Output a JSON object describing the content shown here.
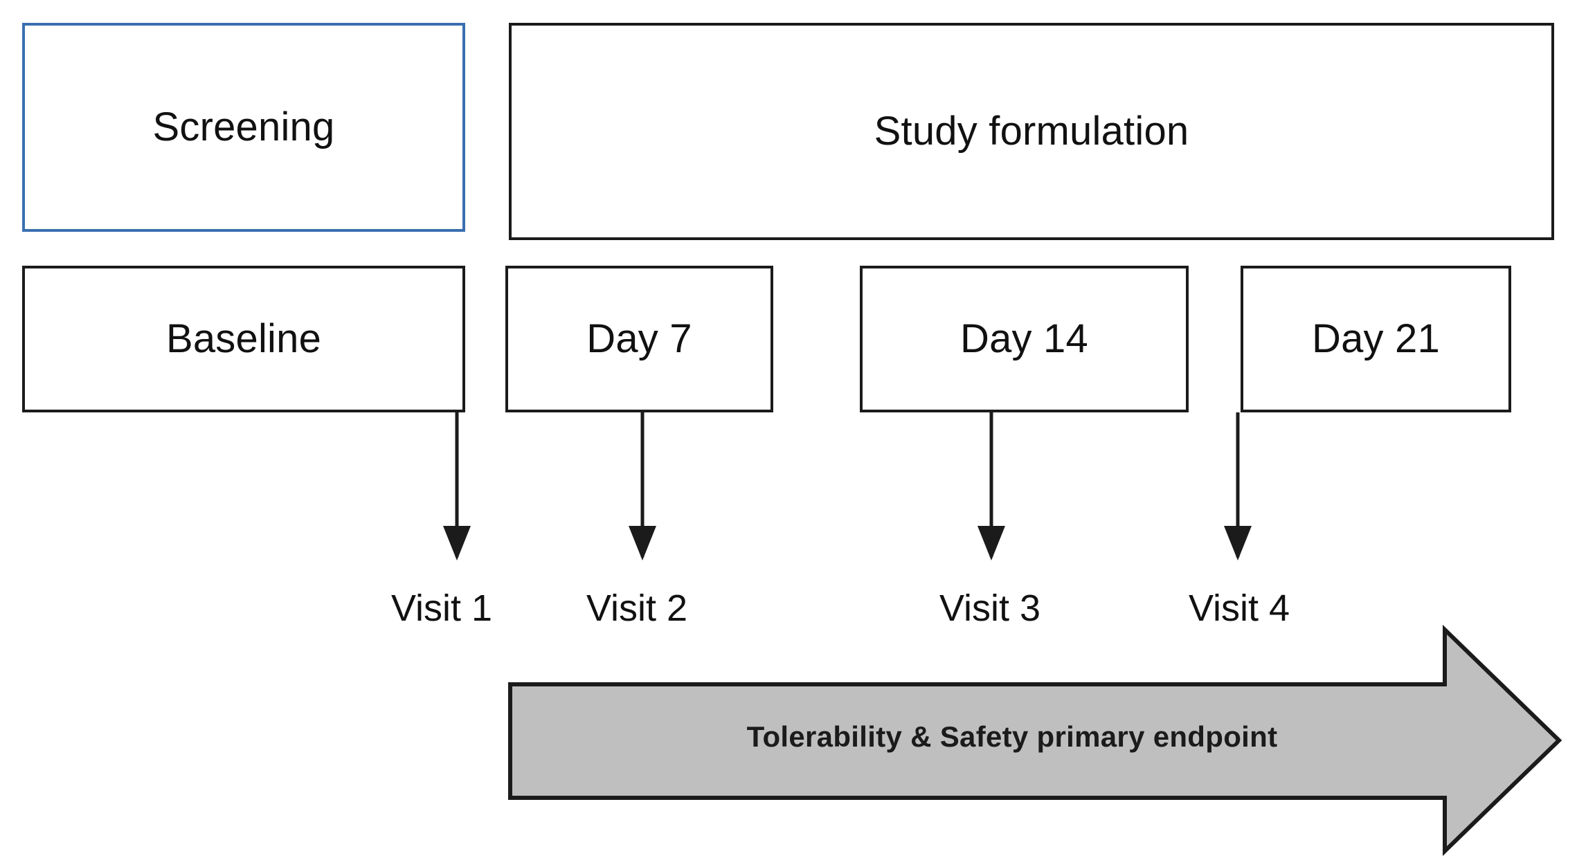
{
  "diagram": {
    "type": "clinical-trial-study-design-timeline",
    "phases": [
      {
        "id": "screening",
        "label": "Screening",
        "border_color": "#3A6FB0"
      },
      {
        "id": "study-formulation",
        "label": "Study formulation",
        "border_color": "#1B1B1B"
      }
    ],
    "timepoints": [
      {
        "id": "baseline",
        "label": "Baseline"
      },
      {
        "id": "day-7",
        "label": "Day 7"
      },
      {
        "id": "day-14",
        "label": "Day 14"
      },
      {
        "id": "day-21",
        "label": "Day 21"
      }
    ],
    "visits": [
      {
        "id": "visit-1",
        "label": "Visit 1",
        "from": "baseline"
      },
      {
        "id": "visit-2",
        "label": "Visit 2",
        "from": "day-7"
      },
      {
        "id": "visit-3",
        "label": "Visit 3",
        "from": "day-14"
      },
      {
        "id": "visit-4",
        "label": "Visit 4",
        "from": "day-21"
      }
    ],
    "banner": {
      "label": "Tolerability & Safety primary endpoint",
      "fill_color": "#BFBFBF",
      "stroke_color": "#1B1B1B",
      "shape": "right-arrow"
    }
  }
}
